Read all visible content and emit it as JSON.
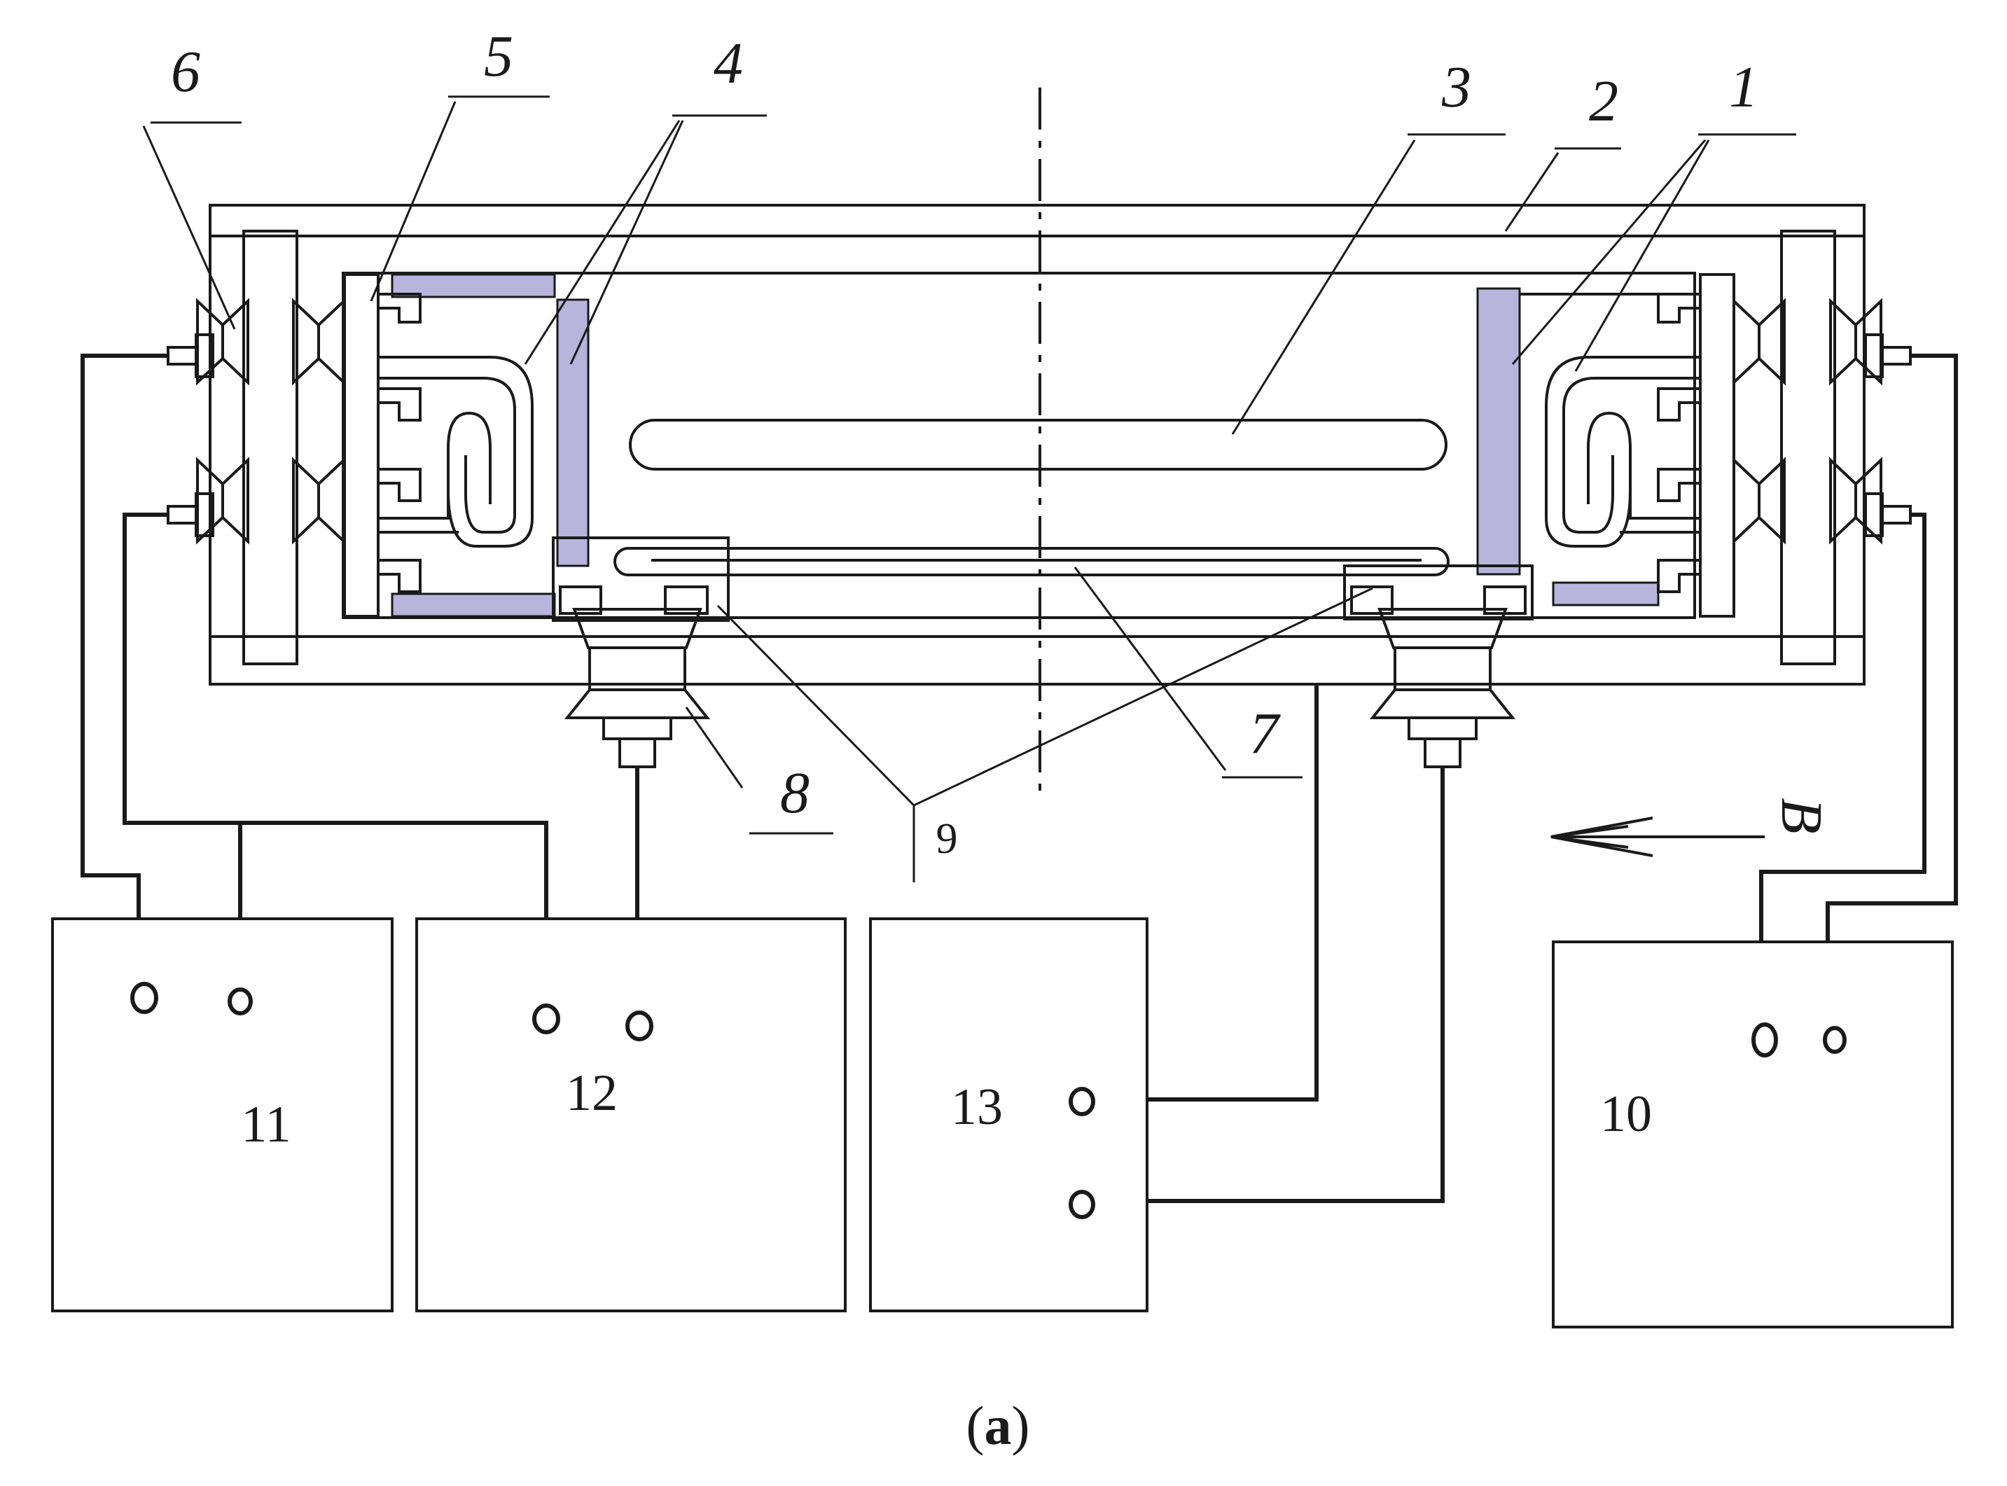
{
  "figure": {
    "caption": "(a)",
    "colors": {
      "line": "#1a1a1a",
      "highlight": "#b8b4dc",
      "background": "#ffffff"
    }
  },
  "part_labels": [
    "1",
    "2",
    "3",
    "4",
    "5",
    "6",
    "7",
    "8",
    "9"
  ],
  "box_labels": {
    "b10": "10",
    "b11": "11",
    "b12": "12",
    "b13": "13"
  },
  "arrow_label": "B"
}
